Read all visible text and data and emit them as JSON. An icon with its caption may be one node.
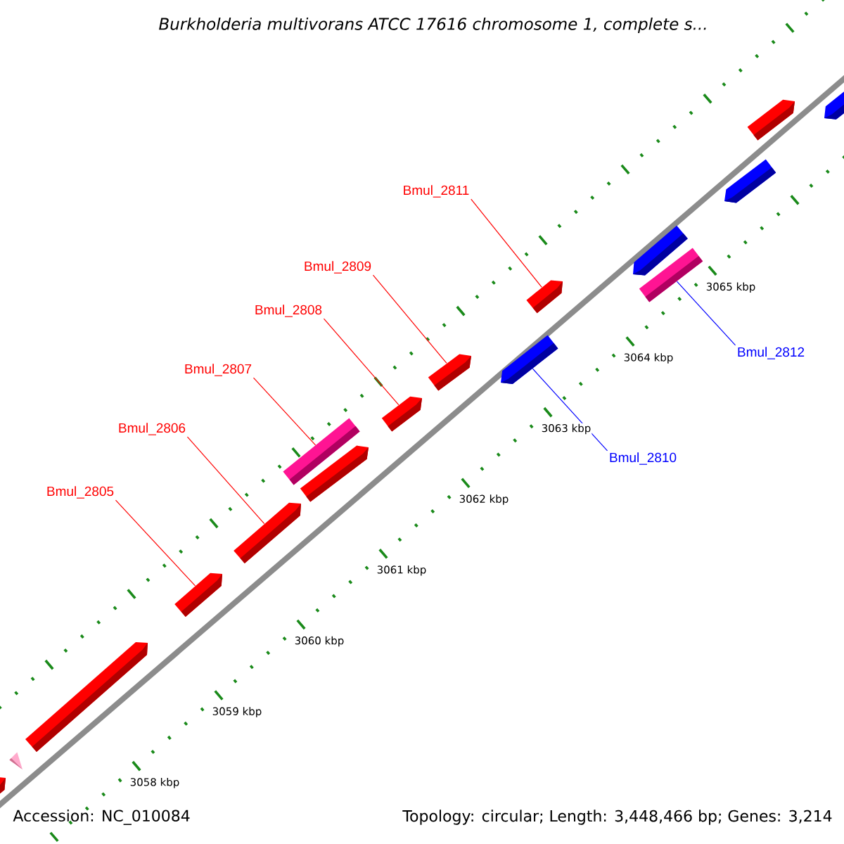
{
  "diagram": {
    "title": "Burkholderia multivorans ATCC 17616 chromosome 1, complete s...",
    "nodes": [
      {
        "text": [
          "Bmul_2811"
        ]
      },
      {
        "text": [
          "Bmul_2809"
        ]
      },
      {
        "text": [
          "Bmul_2808"
        ]
      },
      {
        "text": [
          "Bmul_2812"
        ]
      },
      {
        "text": [
          "Bmul_2807"
        ]
      },
      {
        "text": [
          "Bmul_2806"
        ]
      },
      {
        "text": [
          "Bmul_2810"
        ]
      },
      {
        "text": [
          "Bmul_2805"
        ]
      },
      {
        "text": [],
        "shape": "pentagon"
      },
      {
        "text": [],
        "shape": "pentagon"
      },
      {
        "text": [],
        "shape": "pentagon"
      },
      {
        "text": [],
        "shape": "pentagon"
      },
      {
        "text": [],
        "shape": "bar"
      },
      {
        "text": [],
        "shape": "pentagon"
      },
      {
        "text": [],
        "shape": "pentagon"
      },
      {
        "text": [],
        "shape": "pentagon"
      },
      {
        "text": [],
        "shape": "pentagon"
      },
      {
        "text": [],
        "shape": "bar"
      },
      {
        "text": [],
        "shape": "pentagon"
      },
      {
        "text": [],
        "shape": "pentagon"
      },
      {
        "text": [],
        "shape": "pentagon"
      },
      {
        "text": [],
        "shape": "pentagon"
      },
      {
        "text": [],
        "shape": "triangle"
      },
      {
        "text": [],
        "shape": "pentagon"
      }
    ],
    "edges": [
      {
        "from": 0,
        "to": 13,
        "arrow": "none"
      },
      {
        "from": 1,
        "to": 15,
        "arrow": "none"
      },
      {
        "from": 2,
        "to": 16,
        "arrow": "none"
      },
      {
        "from": 3,
        "to": 12,
        "arrow": "none",
        "color": "#0000ff"
      },
      {
        "from": 4,
        "to": 17,
        "arrow": "none"
      },
      {
        "from": 5,
        "to": 19,
        "arrow": "none"
      },
      {
        "from": 6,
        "to": 14,
        "arrow": "none",
        "color": "#0000ff"
      },
      {
        "from": 7,
        "to": 20,
        "arrow": "none"
      }
    ],
    "labels": [
      "3065 kbp",
      "3064 kbp",
      "3063 kbp",
      "3062 kbp",
      "3061 kbp",
      "3060 kbp",
      "3059 kbp",
      "3058 kbp",
      "Accession: NC_010084",
      "Topology: circular; Length: 3,448,466 bp; Genes: 3,214"
    ]
  }
}
